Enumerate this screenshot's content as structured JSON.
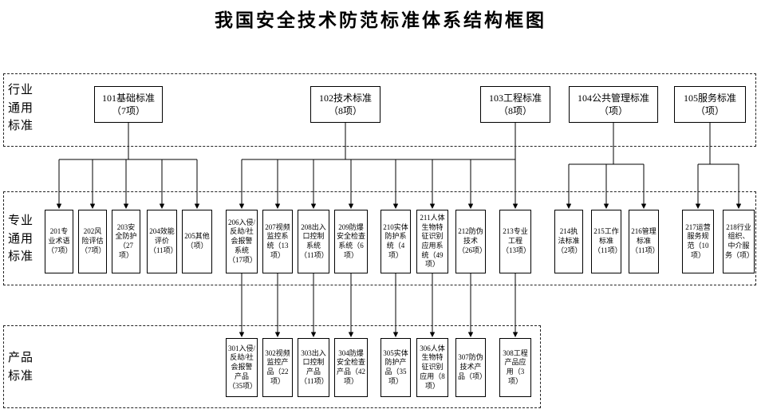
{
  "title": "我国安全技术防范标准体系结构框图",
  "bands": {
    "industry": {
      "label": "行业\n通用\n标准"
    },
    "professional": {
      "label": "专业\n通用\n标准"
    },
    "product": {
      "label": "产品\n标准"
    }
  },
  "level1": [
    {
      "id": "101",
      "text": "101基础标准\n（7项）"
    },
    {
      "id": "102",
      "text": "102技术标准\n（8项）"
    },
    {
      "id": "103",
      "text": "103工程标准\n（8项）"
    },
    {
      "id": "104",
      "text": "104公共管理标准\n（项）"
    },
    {
      "id": "105",
      "text": "105服务标准\n（项）"
    }
  ],
  "level2": [
    {
      "id": "201",
      "text": "201专业术语（7项）"
    },
    {
      "id": "202",
      "text": "202风险评估（7项）"
    },
    {
      "id": "203",
      "text": "203安全防护（27项）"
    },
    {
      "id": "204",
      "text": "204效能评价（11项）"
    },
    {
      "id": "205",
      "text": "205其他（项）"
    },
    {
      "id": "206",
      "text": "206入侵/反劫/社会报警系统（17项）"
    },
    {
      "id": "207",
      "text": "207视频监控系统（13项）"
    },
    {
      "id": "208",
      "text": "208出入口控制系统（11项）"
    },
    {
      "id": "209",
      "text": "209防爆安全检查系统（6项）"
    },
    {
      "id": "210",
      "text": "210实体防护系统（4项）"
    },
    {
      "id": "211",
      "text": "211人体生物特征识别应用系统（49项）"
    },
    {
      "id": "212",
      "text": "212防伪技术（26项）"
    },
    {
      "id": "213",
      "text": "213专业工程（13项）"
    },
    {
      "id": "214",
      "text": "214执法标准（2项）"
    },
    {
      "id": "215",
      "text": "215工作标准（11项）"
    },
    {
      "id": "216",
      "text": "216管理标准（11项）"
    },
    {
      "id": "217",
      "text": "217运营服务规范（10项）"
    },
    {
      "id": "218",
      "text": "218行业组织、中介服务（项）"
    }
  ],
  "level3": [
    {
      "id": "301",
      "text": "301入侵/反劫/社会报警产品（35项）"
    },
    {
      "id": "302",
      "text": "302视频监控产品（22项）"
    },
    {
      "id": "303",
      "text": "303出入口控制产品（11项）"
    },
    {
      "id": "304",
      "text": "304防爆安全检查产品（42项）"
    },
    {
      "id": "305",
      "text": "305实体防护产品（35项）"
    },
    {
      "id": "306",
      "text": "306人体生物特征识别应用（8项）"
    },
    {
      "id": "307",
      "text": "307防伪技术产品（项）"
    },
    {
      "id": "308",
      "text": "308工程产品应用（3项）"
    }
  ]
}
